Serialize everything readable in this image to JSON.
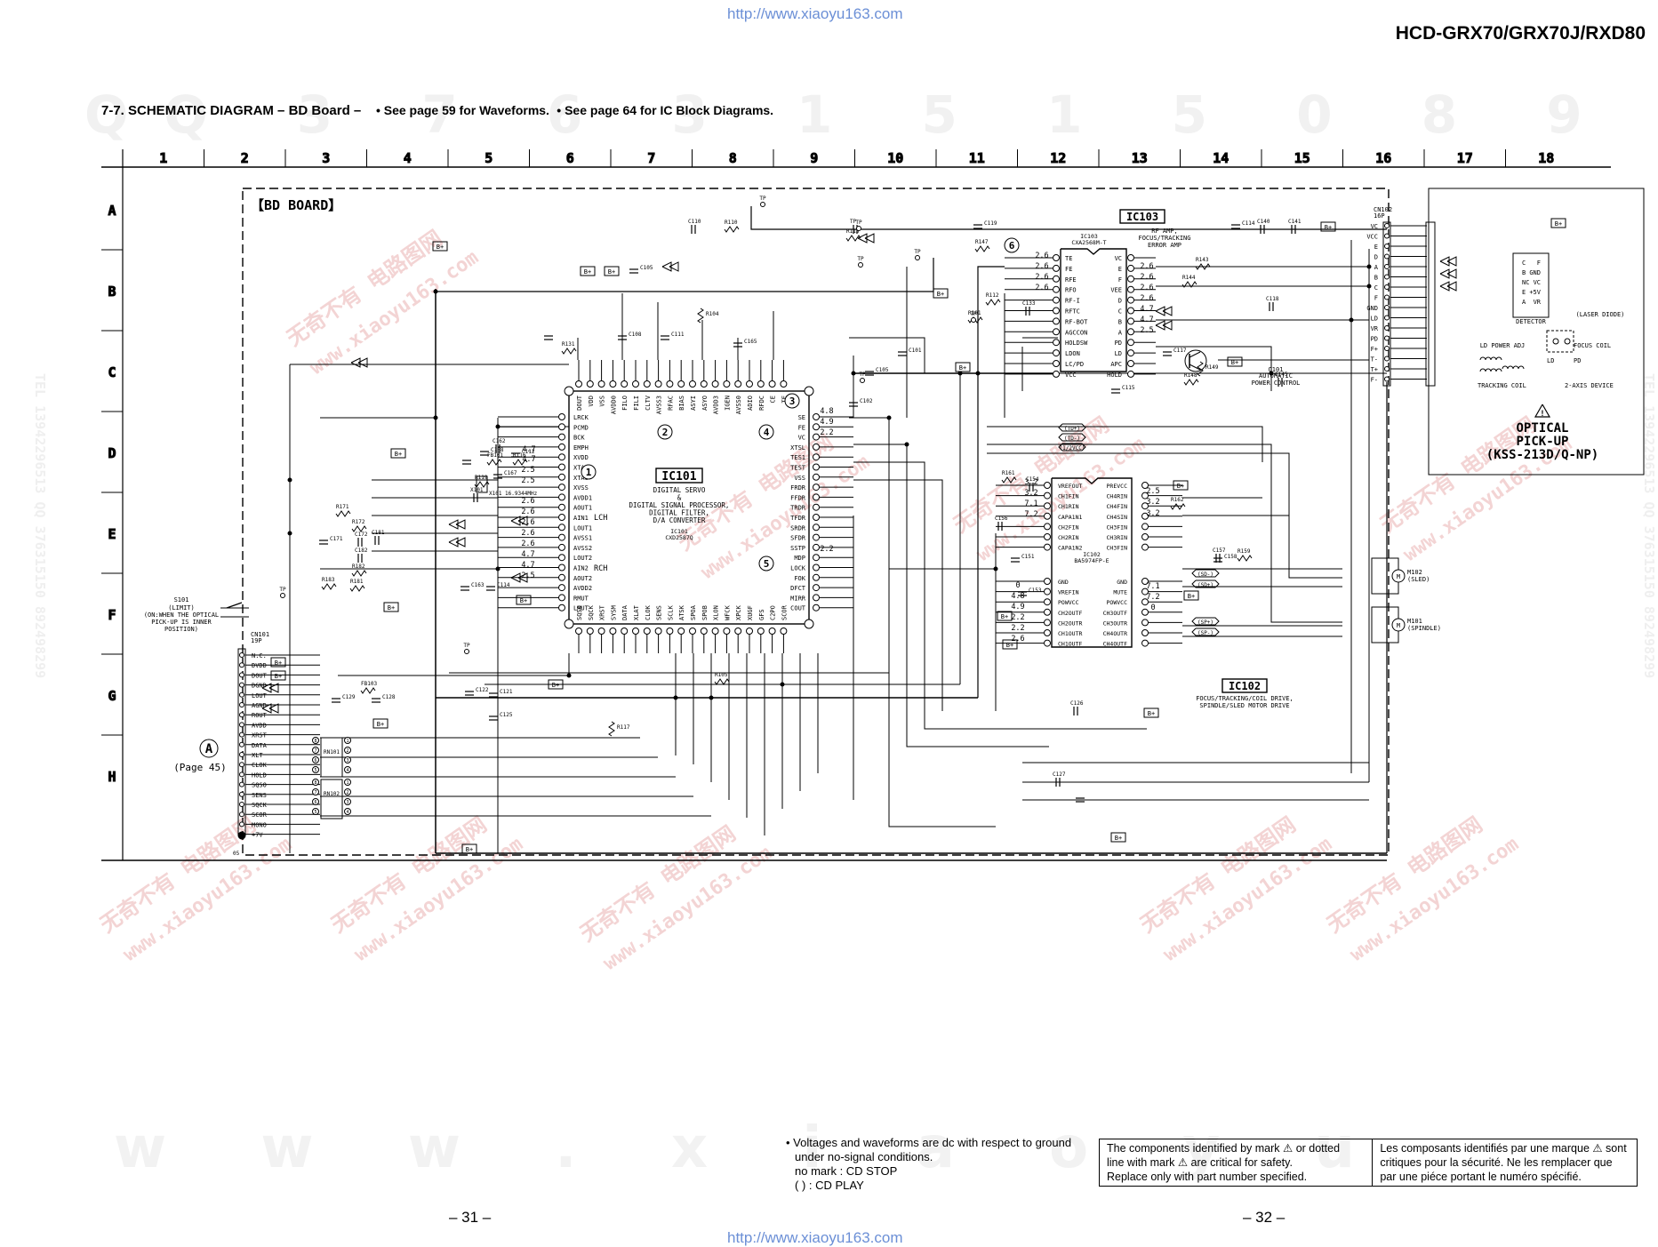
{
  "header": {
    "url_top": "http://www.xiaoyu163.com",
    "url_bottom": "http://www.xiaoyu163.com",
    "model": "HCD-GRX70/GRX70J/RXD80",
    "section_title": "7-7.  SCHEMATIC  DIAGRAM  – BD Board –",
    "waveform_note": "• See page 59 for Waveforms.",
    "ic_block_note": "• See page 64 for IC Block Diagrams."
  },
  "watermark": {
    "digits": "QQ 3 7 6 3 1 5 1 5 0  8 9 2 4 9 8 2 9 9",
    "www": "w w w . x i a o y u 1 6 3 . c o m",
    "cn": "无奇不有 电路图网",
    "site": "www.xiaoyu163.com",
    "side_left": "TEL 13942296513  QQ 376315150  892498299",
    "side_right": "TEL 13942296513  QQ 376315150  892498299"
  },
  "grid": {
    "columns": [
      "1",
      "2",
      "3",
      "4",
      "5",
      "6",
      "7",
      "8",
      "9",
      "10",
      "11",
      "12",
      "13",
      "14",
      "15",
      "16",
      "17",
      "18"
    ],
    "rows": [
      "A",
      "B",
      "C",
      "D",
      "E",
      "F",
      "G",
      "H"
    ]
  },
  "board": {
    "label": "【BD BOARD】",
    "ic101": {
      "name": "IC101",
      "desc": [
        "DIGITAL SERVO",
        "&",
        "DIGITAL SIGNAL PROCESSOR,",
        "DIGITAL FILTER,",
        "D/A CONVERTER"
      ],
      "part": "IC101",
      "part2": "CXD2587Q",
      "lch": "LCH",
      "rch": "RCH"
    },
    "ic102": {
      "name": "IC102",
      "desc": [
        "FOCUS/TRACKING/COIL DRIVE,",
        "SPINDLE/SLED MOTOR DRIVE"
      ],
      "part": "IC102",
      "part2": "BA5974FP-E"
    },
    "ic103": {
      "name": "IC103",
      "desc": [
        "RF AMP,",
        "FOCUS/TRACKING",
        "ERROR AMP"
      ],
      "part": "IC103",
      "part2": "CXA2568M-T"
    },
    "q101": {
      "label": "Q101",
      "desc": [
        "AUTOMATIC",
        "POWER CONTROL"
      ]
    },
    "markers": [
      "1",
      "2",
      "3",
      "4",
      "5",
      "6"
    ],
    "ic101_left_pins": [
      "LRCK",
      "PCMD",
      "BCK",
      "EMPH",
      "XVDD",
      "XTAI",
      "XTAO",
      "XVSS",
      "AVDD1",
      "AOUT1",
      "AIN1",
      "LOUT1",
      "AVSS1",
      "AVSS2",
      "LOUT2",
      "AIN2",
      "AOUT2",
      "AVDD2",
      "RMUT",
      "LMUT"
    ],
    "ic101_right_pins": [
      "SE",
      "FE",
      "VC",
      "XTSL",
      "TES1",
      "TEST",
      "VSS",
      "FRDR",
      "FFDR",
      "TRDR",
      "TFDR",
      "SRDR",
      "SFDR",
      "SSTP",
      "MDP",
      "LOCK",
      "FOK",
      "DFCT",
      "MIRR",
      "COUT"
    ],
    "ic101_top_pins": [
      "DOUT",
      "VDD",
      "VSS",
      "AVDD0",
      "FILO",
      "FILI",
      "CLTV",
      "AVSS3",
      "RFAC",
      "BIAS",
      "ASYI",
      "ASYO",
      "AVDD3",
      "IGEN",
      "AVSS0",
      "ADIO",
      "RFDC",
      "CE",
      "TE"
    ],
    "ic101_bottom_pins": [
      "SQSO",
      "SQCK",
      "XRST",
      "SYSM",
      "DATA",
      "XLAT",
      "CLOK",
      "SENS",
      "SCLK",
      "ATSK",
      "SPOA",
      "SPOB",
      "XLON",
      "WFCK",
      "XPCK",
      "XUGF",
      "GFS",
      "C2PO",
      "SCOR"
    ],
    "ic103_left_pins": [
      "TE",
      "FE",
      "RFE",
      "RFO",
      "RF-I",
      "RFTC",
      "RF-BOT",
      "AGCCON",
      "HOLDSW",
      "LDON",
      "LC/PD",
      "VCC"
    ],
    "ic103_right_pins": [
      "VC",
      "E",
      "F",
      "VEE",
      "D",
      "C",
      "B",
      "A",
      "PD",
      "LD",
      "APC",
      "HOLD"
    ],
    "ic102_left_pins": [
      "VREFOUT",
      "CH1FIN",
      "CH1RIN",
      "CAPA1N1",
      "CH2FIN",
      "CH2RIN",
      "CAPA1N2",
      "GND",
      "VREFIN",
      "POWVCC",
      "CH2OUTF",
      "CH2OUTR",
      "CH1OUTR",
      "CH1OUTF"
    ],
    "ic102_right_pins": [
      "PREVCC",
      "CH4RIN",
      "CH4FIN",
      "CH4SIN",
      "CH3FIN",
      "CH3RIN",
      "CH3FIN",
      "GND",
      "MUTE",
      "POWVCC",
      "CH3OUTF",
      "CH3OUTR",
      "CH4OUTR",
      "CH4OUTF"
    ],
    "cn101": {
      "label": "CN101",
      "sub": "19P",
      "pins": [
        "N.C.",
        "DVDD",
        "DOUT",
        "DGND",
        "LOUT",
        "AGND",
        "ROUT",
        "AVDD",
        "XRST",
        "DATA",
        "XLT",
        "CLOK",
        "HOLD",
        "SQSO",
        "SENS",
        "SQCK",
        "SCOR",
        "MONO",
        "+7V"
      ]
    },
    "cn102": {
      "label": "CN102",
      "sub": "16P",
      "pins": [
        "VC",
        "VCC",
        "E",
        "D",
        "A",
        "B",
        "C",
        "F",
        "GND",
        "LD",
        "VR",
        "PD",
        "F+",
        "T-",
        "T+",
        "F-"
      ]
    },
    "connector_ref": {
      "letter": "A",
      "page": "(Page 45)"
    },
    "s101": {
      "label": "S101",
      "desc": [
        "(LIMIT)",
        "(ON:WHEN THE OPTICAL",
        "PICK-UP IS INNER",
        "POSITION)"
      ]
    },
    "m101": {
      "label": "M101",
      "sub": "(SPINDLE)"
    },
    "m102": {
      "label": "M102",
      "sub": "(SLED)"
    },
    "pickup": {
      "title_lines": [
        "OPTICAL",
        "PICK-UP",
        "(KSS-213D/Q-NP)"
      ],
      "detector": "DETECTOR",
      "laser_diode": "(LASER DIODE)",
      "ld_power_adj": "LD POWER ADJ",
      "focus_coil": "FOCUS COIL",
      "tracking_coil": "TRACKING COIL",
      "two_axis": "2-AXIS DEVICE",
      "ld": "LD",
      "pd": "PD",
      "pins": [
        "C",
        "B",
        "NC",
        "E",
        "A",
        "F",
        "GND",
        "VC",
        "+5V",
        "VR"
      ]
    },
    "signal_tags": [
      "(SD-)",
      "(SD+)",
      "(SP+)",
      "(SP-)",
      "(TD+)",
      "(TD-)",
      "(1/2VCC)"
    ],
    "volt_samples": [
      "2.6",
      "2.6",
      "2.6",
      "2.6",
      "4.7",
      "4.7",
      "2.5",
      "2.5",
      "3.2",
      "3.2",
      "7.1",
      "7.2",
      "0",
      "4.8",
      "4.9",
      "2.2",
      "2.2",
      "2.6"
    ]
  },
  "footer": {
    "notes": [
      "• Voltages and waveforms are dc with respect to ground",
      "under no-signal conditions.",
      "no mark : CD STOP",
      "(        ) : CD PLAY"
    ],
    "caution_en": [
      "The components identified by mark ⚠ or dotted",
      "line with mark ⚠ are critical for safety.",
      "Replace only with part number specified."
    ],
    "caution_fr": [
      "Les composants identifiés par une marque ⚠ sont",
      "critiques pour la sécurité.    Ne les remplacer que",
      "par une piéce portant le numéro spécifié."
    ],
    "page_left": "– 31 –",
    "page_right": "– 32 –"
  }
}
